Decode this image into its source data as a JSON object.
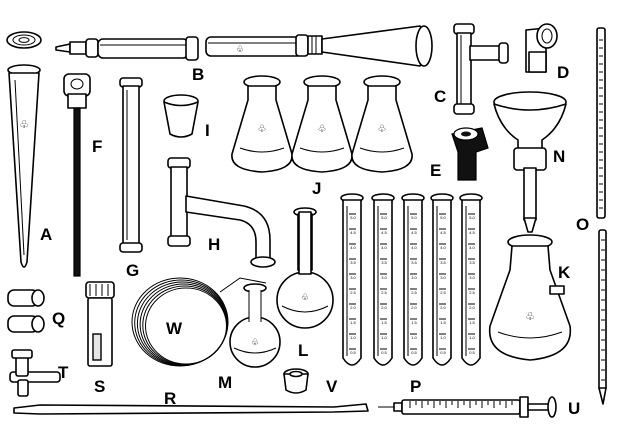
{
  "items": [
    {
      "id": "A",
      "label": "A"
    },
    {
      "id": "B",
      "label": "B"
    },
    {
      "id": "C",
      "label": "C"
    },
    {
      "id": "D",
      "label": "D"
    },
    {
      "id": "E",
      "label": "E"
    },
    {
      "id": "F",
      "label": "F"
    },
    {
      "id": "G",
      "label": "G"
    },
    {
      "id": "H",
      "label": "H"
    },
    {
      "id": "I",
      "label": "I"
    },
    {
      "id": "J",
      "label": "J"
    },
    {
      "id": "K",
      "label": "K"
    },
    {
      "id": "L",
      "label": "L"
    },
    {
      "id": "M",
      "label": "M"
    },
    {
      "id": "N",
      "label": "N"
    },
    {
      "id": "O",
      "label": "O"
    },
    {
      "id": "P",
      "label": "P"
    },
    {
      "id": "Q",
      "label": "Q"
    },
    {
      "id": "R",
      "label": "R"
    },
    {
      "id": "S",
      "label": "S"
    },
    {
      "id": "T",
      "label": "T"
    },
    {
      "id": "U",
      "label": "U"
    },
    {
      "id": "V",
      "label": "V"
    },
    {
      "id": "W",
      "label": "W"
    }
  ],
  "tube_scale": [
    "5.0",
    "4.5",
    "4.0",
    "3.5",
    "3.0",
    "2.5",
    "2.0",
    "1.5",
    "1.0",
    "0.5"
  ]
}
